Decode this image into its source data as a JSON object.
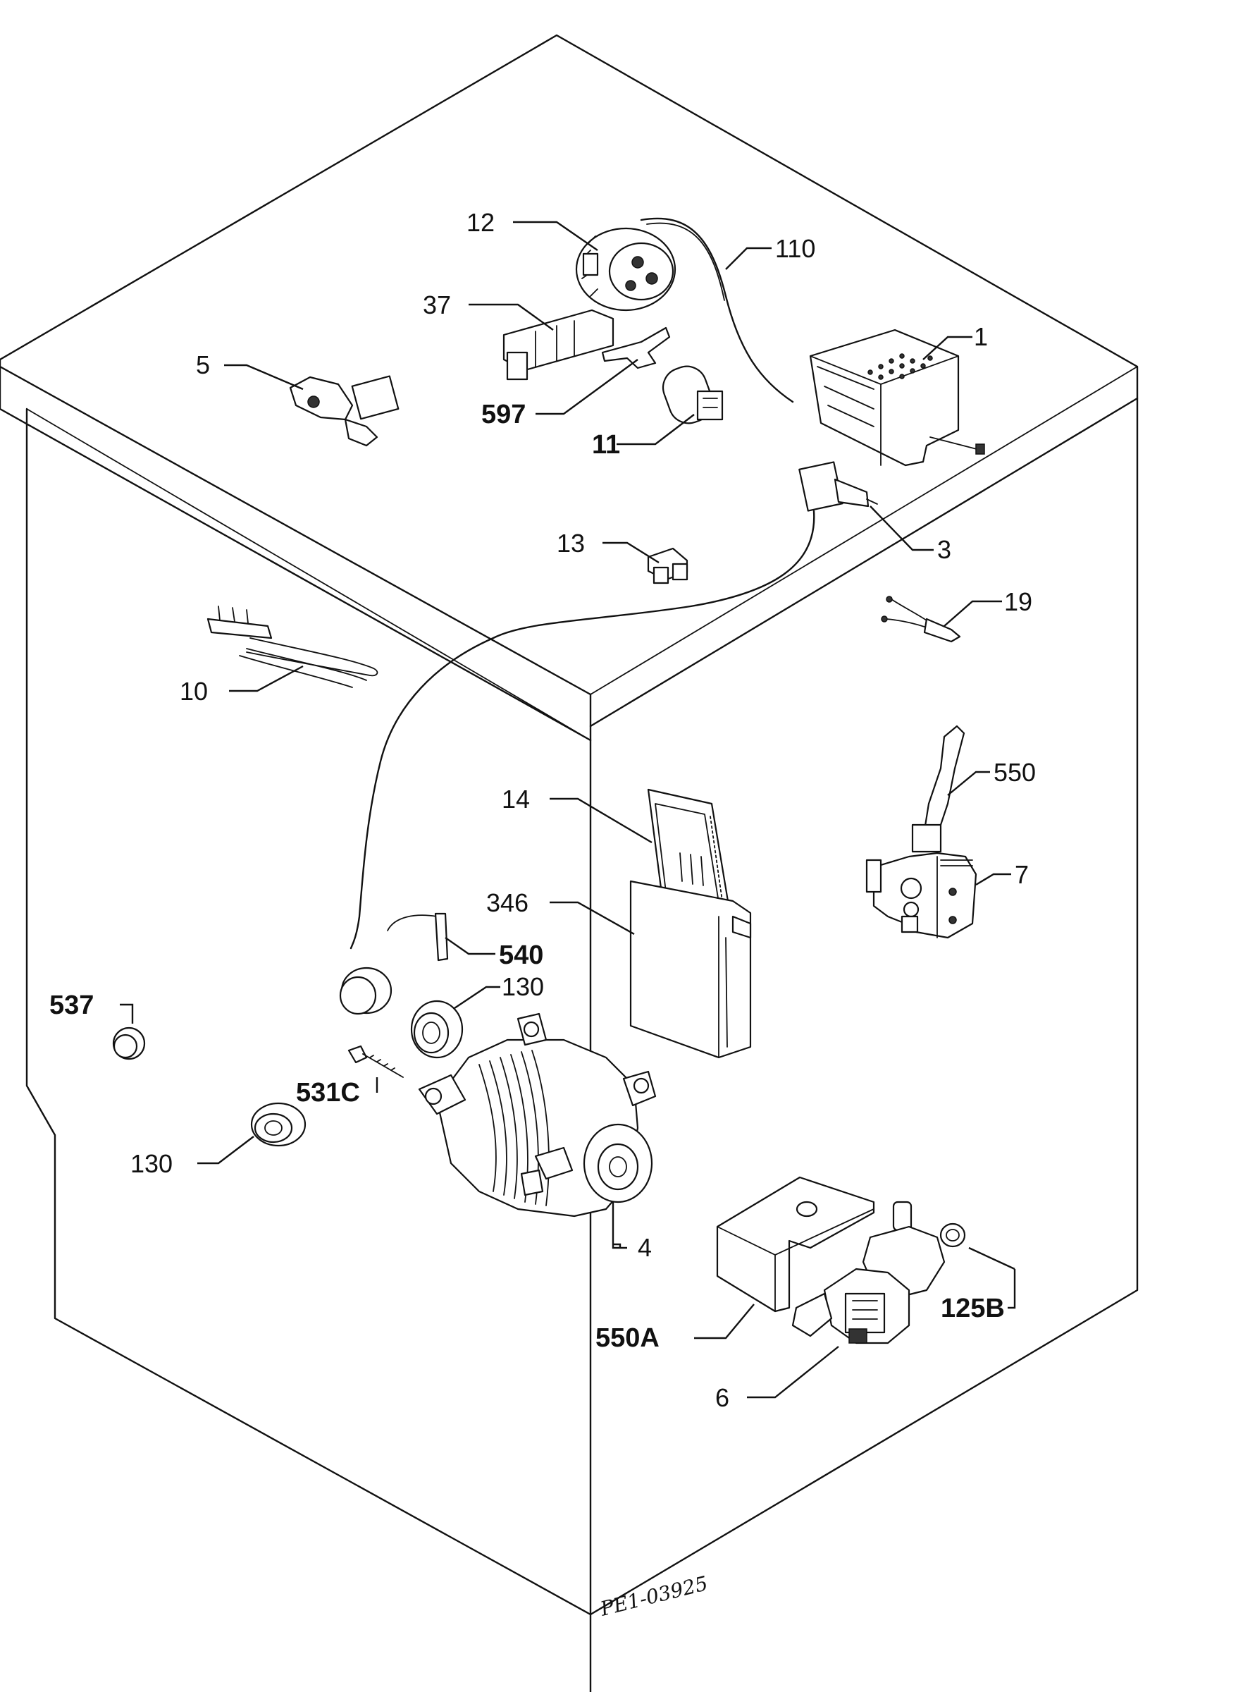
{
  "labels": {
    "p1": "1",
    "p3": "3",
    "p4": "4",
    "p5": "5",
    "p6": "6",
    "p7": "7",
    "p10": "10",
    "p11": "11",
    "p12": "12",
    "p13": "13",
    "p14": "14",
    "p19": "19",
    "p37": "37",
    "p110": "110",
    "p125b": "125B",
    "p130a": "130",
    "p130b": "130",
    "p346": "346",
    "p531c": "531C",
    "p537": "537",
    "p540": "540",
    "p550": "550",
    "p550a": "550A",
    "p597": "597"
  },
  "drawing_ref": "PE1-03925",
  "colors": {
    "ink": "#111111",
    "paper": "#ffffff"
  }
}
